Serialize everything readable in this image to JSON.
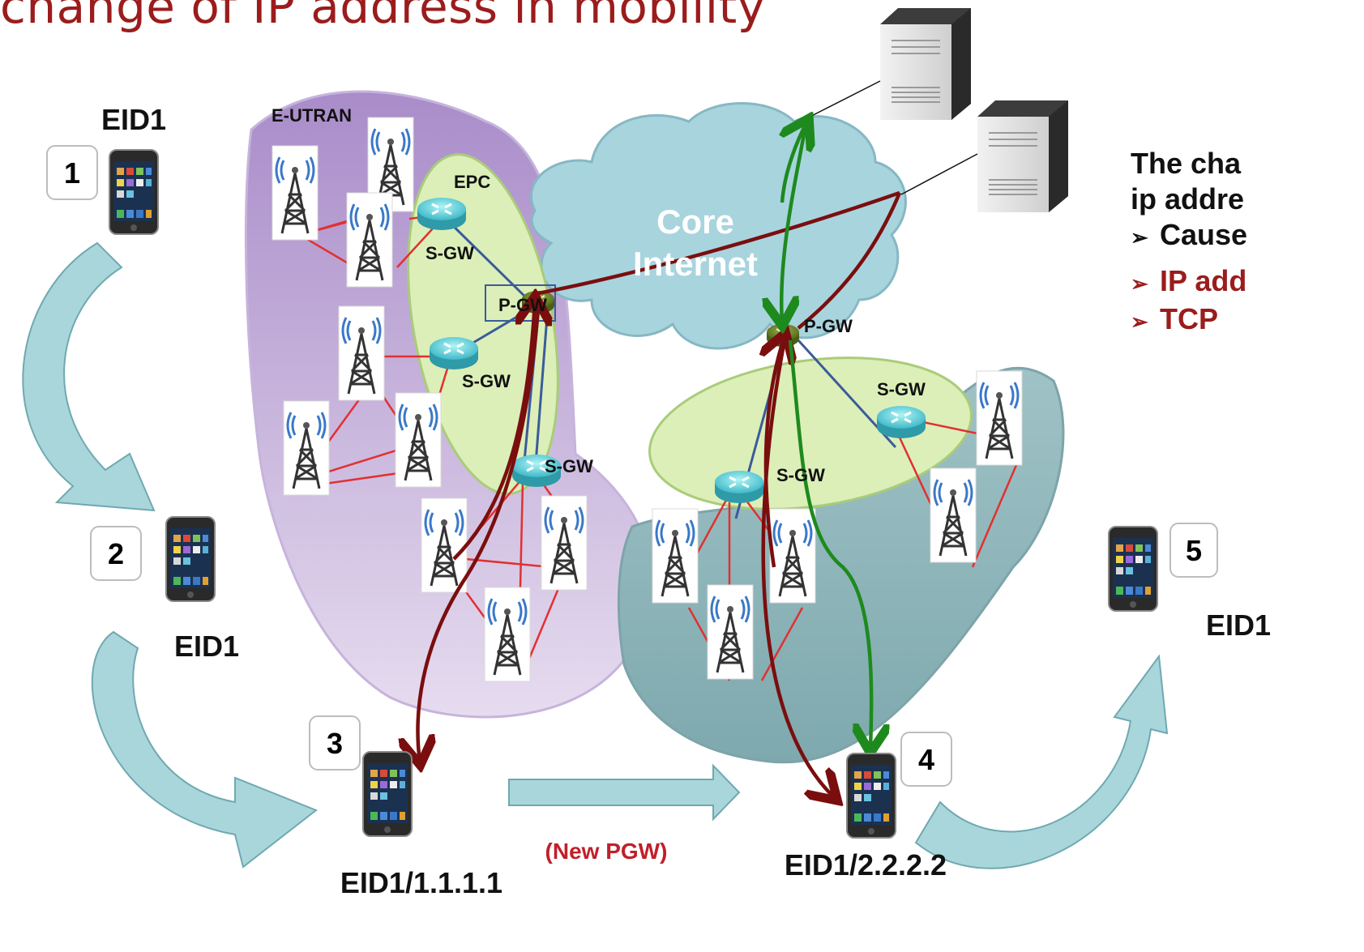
{
  "slide_title": "change of IP address in mobility",
  "side_text": {
    "line1": "The cha",
    "line2": "ip addre",
    "bullets": [
      {
        "text": "Cause",
        "highlight": false
      },
      {
        "text": "IP add",
        "highlight": true
      },
      {
        "text": "TCP",
        "highlight": true
      }
    ]
  },
  "labels": {
    "eutran": "E-UTRAN",
    "epc": "EPC",
    "core_internet_1": "Core",
    "core_internet_2": "Internet",
    "sgw": "S-GW",
    "pgw": "P-GW",
    "new_pgw": "(New PGW)"
  },
  "steps": [
    {
      "number": "1",
      "caption": "EID1"
    },
    {
      "number": "2",
      "caption": "EID1"
    },
    {
      "number": "3",
      "caption": "EID1/1.1.1.1"
    },
    {
      "number": "4",
      "caption": "EID1/2.2.2.2"
    },
    {
      "number": "5",
      "caption": "EID1"
    }
  ],
  "colors": {
    "title": "#9b1c1c",
    "dark_red_path": "#7a0e0e",
    "green_path": "#1e8a1e",
    "radio_link": "#e23030",
    "backhaul": "#3b5b9a",
    "eutran_region": "#b79ad3",
    "right_region": "#8fb8bd",
    "epc_region": "#dcefb8",
    "cloud": "#a8d4de",
    "flow_arrow": "#a9d6db"
  }
}
